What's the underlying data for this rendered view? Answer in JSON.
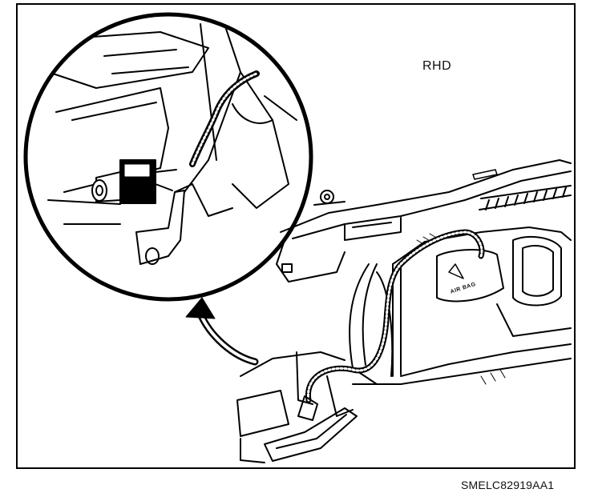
{
  "figure": {
    "orientation_label": "RHD",
    "figure_code": "SMELC82919AA1",
    "part_label": "AIR BAG"
  }
}
